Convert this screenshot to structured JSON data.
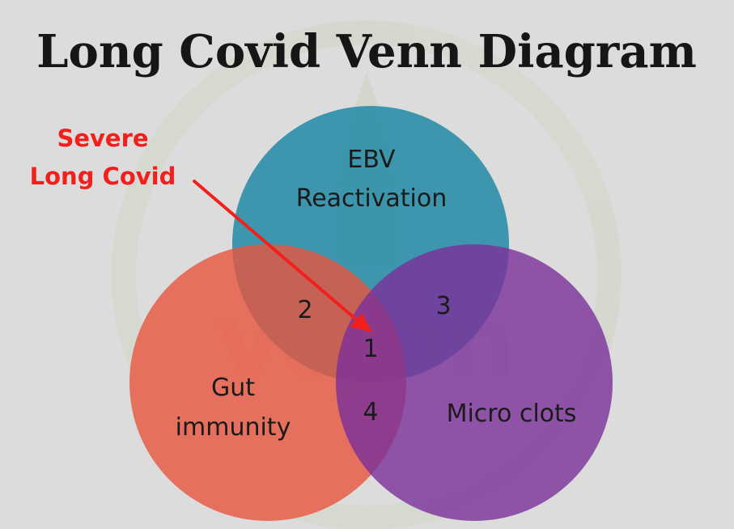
{
  "title": "Long Covid Venn Diagram",
  "annotation": {
    "line1": "Severe",
    "line2": "Long Covid",
    "color": "#f2201c"
  },
  "sets": [
    {
      "label_lines": [
        "EBV",
        "Reactivation"
      ],
      "color": "#2f8fa8"
    },
    {
      "label_lines": [
        "Gut",
        "immunity"
      ],
      "color": "#e8553f"
    },
    {
      "label_lines": [
        "Micro clots"
      ],
      "color": "#7a2f9a"
    }
  ],
  "regions": [
    "1",
    "2",
    "3",
    "4"
  ],
  "watermark": "vejon",
  "colors": {
    "background": "#dcdcdc",
    "title": "#161616"
  }
}
